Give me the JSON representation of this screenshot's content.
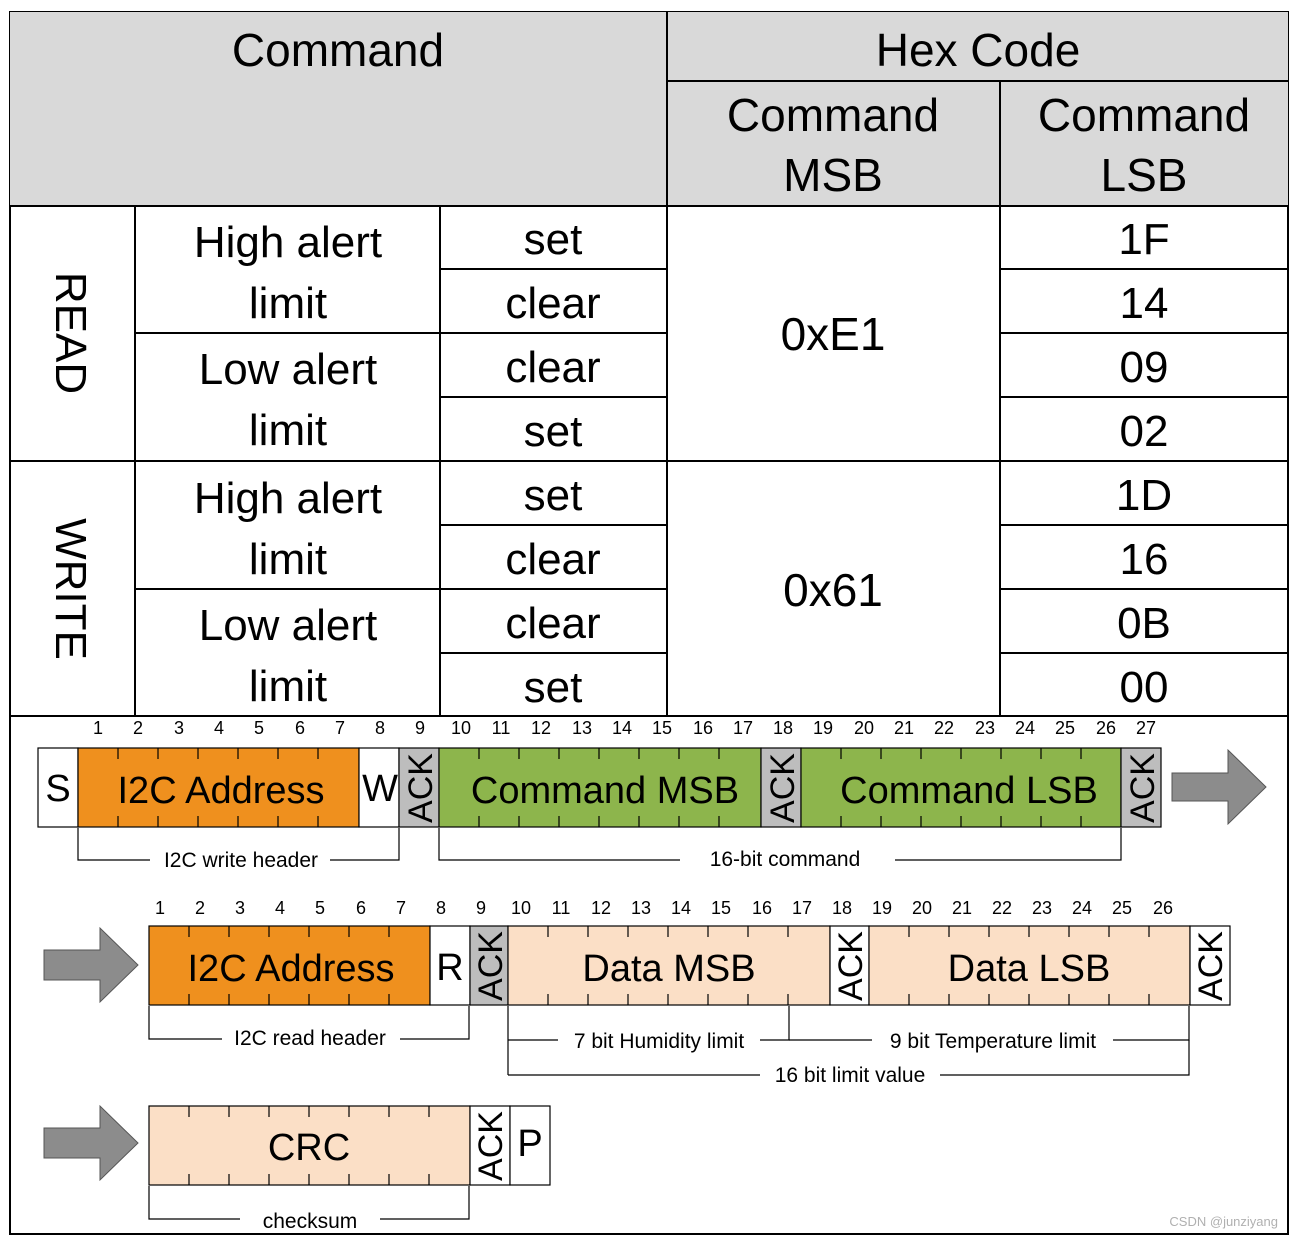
{
  "table": {
    "header": {
      "command": "Command",
      "hex_code": "Hex Code",
      "msb_lines": [
        "Command",
        "MSB"
      ],
      "lsb_lines": [
        "Command",
        "LSB"
      ]
    },
    "groups": [
      {
        "label": "READ",
        "msb": "0xE1",
        "limits": [
          {
            "lines": [
              "High alert",
              "limit"
            ],
            "rows": [
              {
                "action": "set",
                "lsb": "1F"
              },
              {
                "action": "clear",
                "lsb": "14"
              }
            ]
          },
          {
            "lines": [
              "Low alert",
              "limit"
            ],
            "rows": [
              {
                "action": "clear",
                "lsb": "09"
              },
              {
                "action": "set",
                "lsb": "02"
              }
            ]
          }
        ]
      },
      {
        "label": "WRITE",
        "msb": "0x61",
        "limits": [
          {
            "lines": [
              "High alert",
              "limit"
            ],
            "rows": [
              {
                "action": "set",
                "lsb": "1D"
              },
              {
                "action": "clear",
                "lsb": "16"
              }
            ]
          },
          {
            "lines": [
              "Low alert",
              "limit"
            ],
            "rows": [
              {
                "action": "clear",
                "lsb": "0B"
              },
              {
                "action": "set",
                "lsb": "00"
              }
            ]
          }
        ]
      }
    ]
  },
  "frames": [
    {
      "bit_numbers": [
        "1",
        "2",
        "3",
        "4",
        "5",
        "6",
        "7",
        "8",
        "9",
        "10",
        "11",
        "12",
        "13",
        "14",
        "15",
        "16",
        "17",
        "18",
        "19",
        "20",
        "21",
        "22",
        "23",
        "24",
        "25",
        "26",
        "27"
      ],
      "fields": [
        {
          "text": "S",
          "kind": "plain"
        },
        {
          "text": "I2C Address",
          "kind": "address"
        },
        {
          "text": "W",
          "kind": "plain"
        },
        {
          "text": "ACK",
          "kind": "ack-master"
        },
        {
          "text": "Command MSB",
          "kind": "command"
        },
        {
          "text": "ACK",
          "kind": "ack-master"
        },
        {
          "text": "Command LSB",
          "kind": "command"
        },
        {
          "text": "ACK",
          "kind": "ack-master"
        }
      ],
      "braces": [
        "I2C write header",
        "16-bit command"
      ]
    },
    {
      "bit_numbers": [
        "1",
        "2",
        "3",
        "4",
        "5",
        "6",
        "7",
        "8",
        "9",
        "10",
        "11",
        "12",
        "13",
        "14",
        "15",
        "16",
        "17",
        "18",
        "19",
        "20",
        "21",
        "22",
        "23",
        "24",
        "25",
        "26"
      ],
      "fields": [
        {
          "text": "I2C Address",
          "kind": "address"
        },
        {
          "text": "R",
          "kind": "plain"
        },
        {
          "text": "ACK",
          "kind": "ack-master"
        },
        {
          "text": "Data MSB",
          "kind": "data"
        },
        {
          "text": "ACK",
          "kind": "ack-plain"
        },
        {
          "text": "Data LSB",
          "kind": "data"
        },
        {
          "text": "ACK",
          "kind": "ack-plain"
        }
      ],
      "braces": [
        "I2C read header",
        "7 bit Humidity limit",
        "9 bit Temperature limit",
        "16 bit limit value"
      ]
    },
    {
      "fields": [
        {
          "text": "CRC",
          "kind": "data"
        },
        {
          "text": "ACK",
          "kind": "ack-plain"
        },
        {
          "text": "P",
          "kind": "plain"
        }
      ],
      "braces": [
        "checksum"
      ]
    }
  ],
  "watermark": "CSDN @junziyang",
  "colors": {
    "header_fill": "#d9d9d9",
    "address": "#ef901e",
    "command": "#8db54c",
    "data": "#fbdfc6",
    "ack_gray": "#bdbdbd",
    "arrow": "#8c8c8c"
  }
}
